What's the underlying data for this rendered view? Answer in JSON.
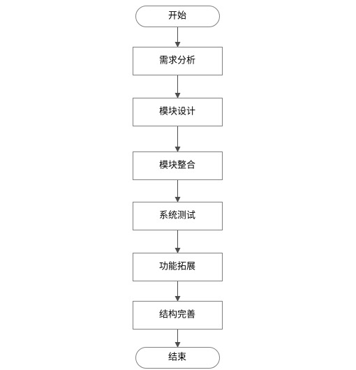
{
  "flowchart": {
    "nodes": [
      {
        "id": "start",
        "shape": "terminal",
        "label": "开始"
      },
      {
        "id": "requirements-analysis",
        "shape": "process",
        "label": "需求分析"
      },
      {
        "id": "module-design",
        "shape": "process",
        "label": "模块设计"
      },
      {
        "id": "module-integration",
        "shape": "process",
        "label": "模块整合"
      },
      {
        "id": "system-testing",
        "shape": "process",
        "label": "系统测试"
      },
      {
        "id": "feature-extension",
        "shape": "process",
        "label": "功能拓展"
      },
      {
        "id": "structure-refinement",
        "shape": "process",
        "label": "结构完善"
      },
      {
        "id": "end",
        "shape": "terminal",
        "label": "结束"
      }
    ],
    "edges": [
      {
        "from": "start",
        "to": "requirements-analysis"
      },
      {
        "from": "requirements-analysis",
        "to": "module-design"
      },
      {
        "from": "module-design",
        "to": "module-integration"
      },
      {
        "from": "module-integration",
        "to": "system-testing"
      },
      {
        "from": "system-testing",
        "to": "feature-extension"
      },
      {
        "from": "feature-extension",
        "to": "structure-refinement"
      },
      {
        "from": "structure-refinement",
        "to": "end"
      }
    ],
    "colors": {
      "stroke": "#808080",
      "fill": "#ffffff",
      "text": "#000000",
      "arrow": "#4d4d4d"
    }
  }
}
